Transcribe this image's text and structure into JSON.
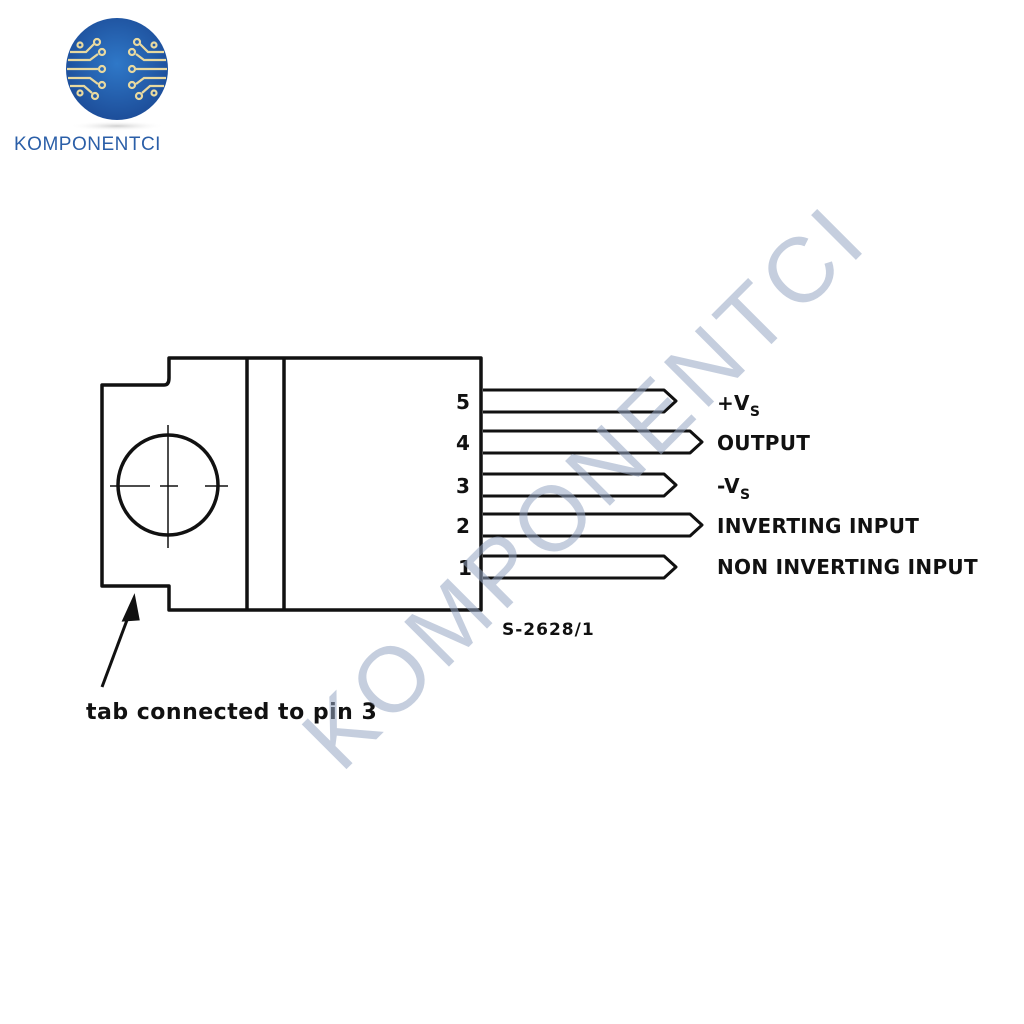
{
  "brand": {
    "name": "KOMPONENTCI",
    "logo_icon": "circuit-globe-icon",
    "colors": {
      "primary": "#2b5fa8",
      "trace": "#e8d9a0"
    }
  },
  "watermark": {
    "text": "KOMPONENTCI",
    "color": "#a7b3cc"
  },
  "diagram": {
    "type": "pinout",
    "pins": [
      {
        "number": "5",
        "label_main": "+V",
        "label_sub": "S"
      },
      {
        "number": "4",
        "label_main": "OUTPUT",
        "label_sub": ""
      },
      {
        "number": "3",
        "label_main": "-V",
        "label_sub": "S"
      },
      {
        "number": "2",
        "label_main": "INVERTING INPUT",
        "label_sub": ""
      },
      {
        "number": "1",
        "label_main": "NON INVERTING INPUT",
        "label_sub": ""
      }
    ],
    "reference_code": "S-2628/1",
    "tab_note": "tab connected to pin 3"
  }
}
